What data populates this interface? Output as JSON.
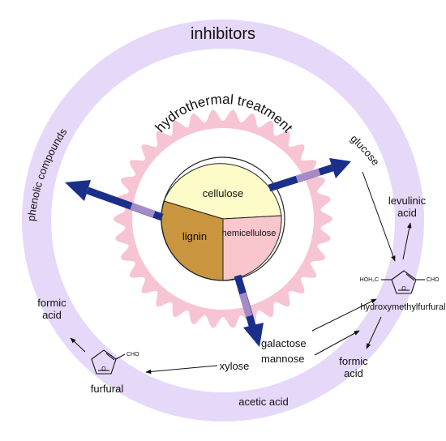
{
  "outer_label": "inhibitors",
  "treatment_label": "hydrothermal treatment",
  "components": {
    "cellulose": "cellulose",
    "hemicellulose": "hemicellulose",
    "lignin": "lignin"
  },
  "products": {
    "phenolic": "phenolic compounds",
    "glucose": "glucose",
    "levulinic": "levulinic acid",
    "hmf": "hydroxymethylfurfural",
    "hmf_left_group": "HOH₂C",
    "hmf_right_group": "CHO",
    "galactose": "galactose",
    "mannose": "mannose",
    "formic_right": "formic acid",
    "xylose": "xylose",
    "furfural": "furfural",
    "furfural_group": "CHO",
    "formic_left": "formic acid",
    "acetic": "acetic acid"
  },
  "colors": {
    "ring": "#e6d8f8",
    "treatment": "#f7c4d4",
    "cellulose": "#fdfbc8",
    "hemicellulose": "#f9c6cc",
    "lignin": "#c9953f",
    "arrow": "#1a2f8a"
  }
}
